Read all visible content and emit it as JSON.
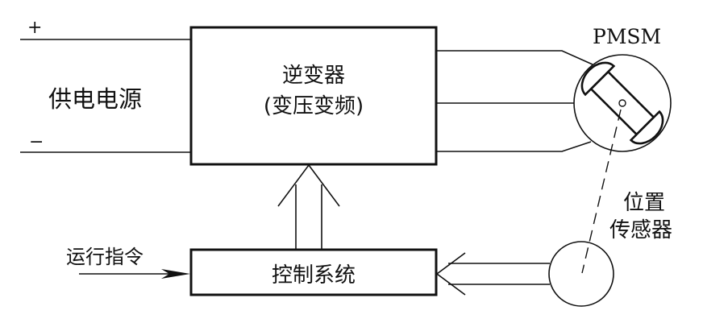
{
  "diagram": {
    "type": "block-diagram",
    "colors": {
      "stroke": "#111111",
      "background": "#ffffff"
    },
    "power_supply": {
      "label": "供电电源",
      "plus": "+",
      "minus": "−"
    },
    "inverter": {
      "line1": "逆变器",
      "line2": "(变压变频)"
    },
    "motor": {
      "label": "PMSM"
    },
    "sensor": {
      "line1": "位置",
      "line2": "传感器"
    },
    "control": {
      "label": "控制系统"
    },
    "command": {
      "label": "运行指令"
    },
    "edges": [
      {
        "from": "power_supply",
        "to": "inverter",
        "label": "+ / −"
      },
      {
        "from": "inverter",
        "to": "motor",
        "phases": 3
      },
      {
        "from": "control",
        "to": "inverter",
        "style": "double-arrow"
      },
      {
        "from": "sensor",
        "to": "control",
        "style": "double-arrow"
      },
      {
        "from": "motor",
        "to": "sensor",
        "style": "dashed"
      },
      {
        "from": "command",
        "to": "control",
        "style": "arrow"
      }
    ]
  }
}
